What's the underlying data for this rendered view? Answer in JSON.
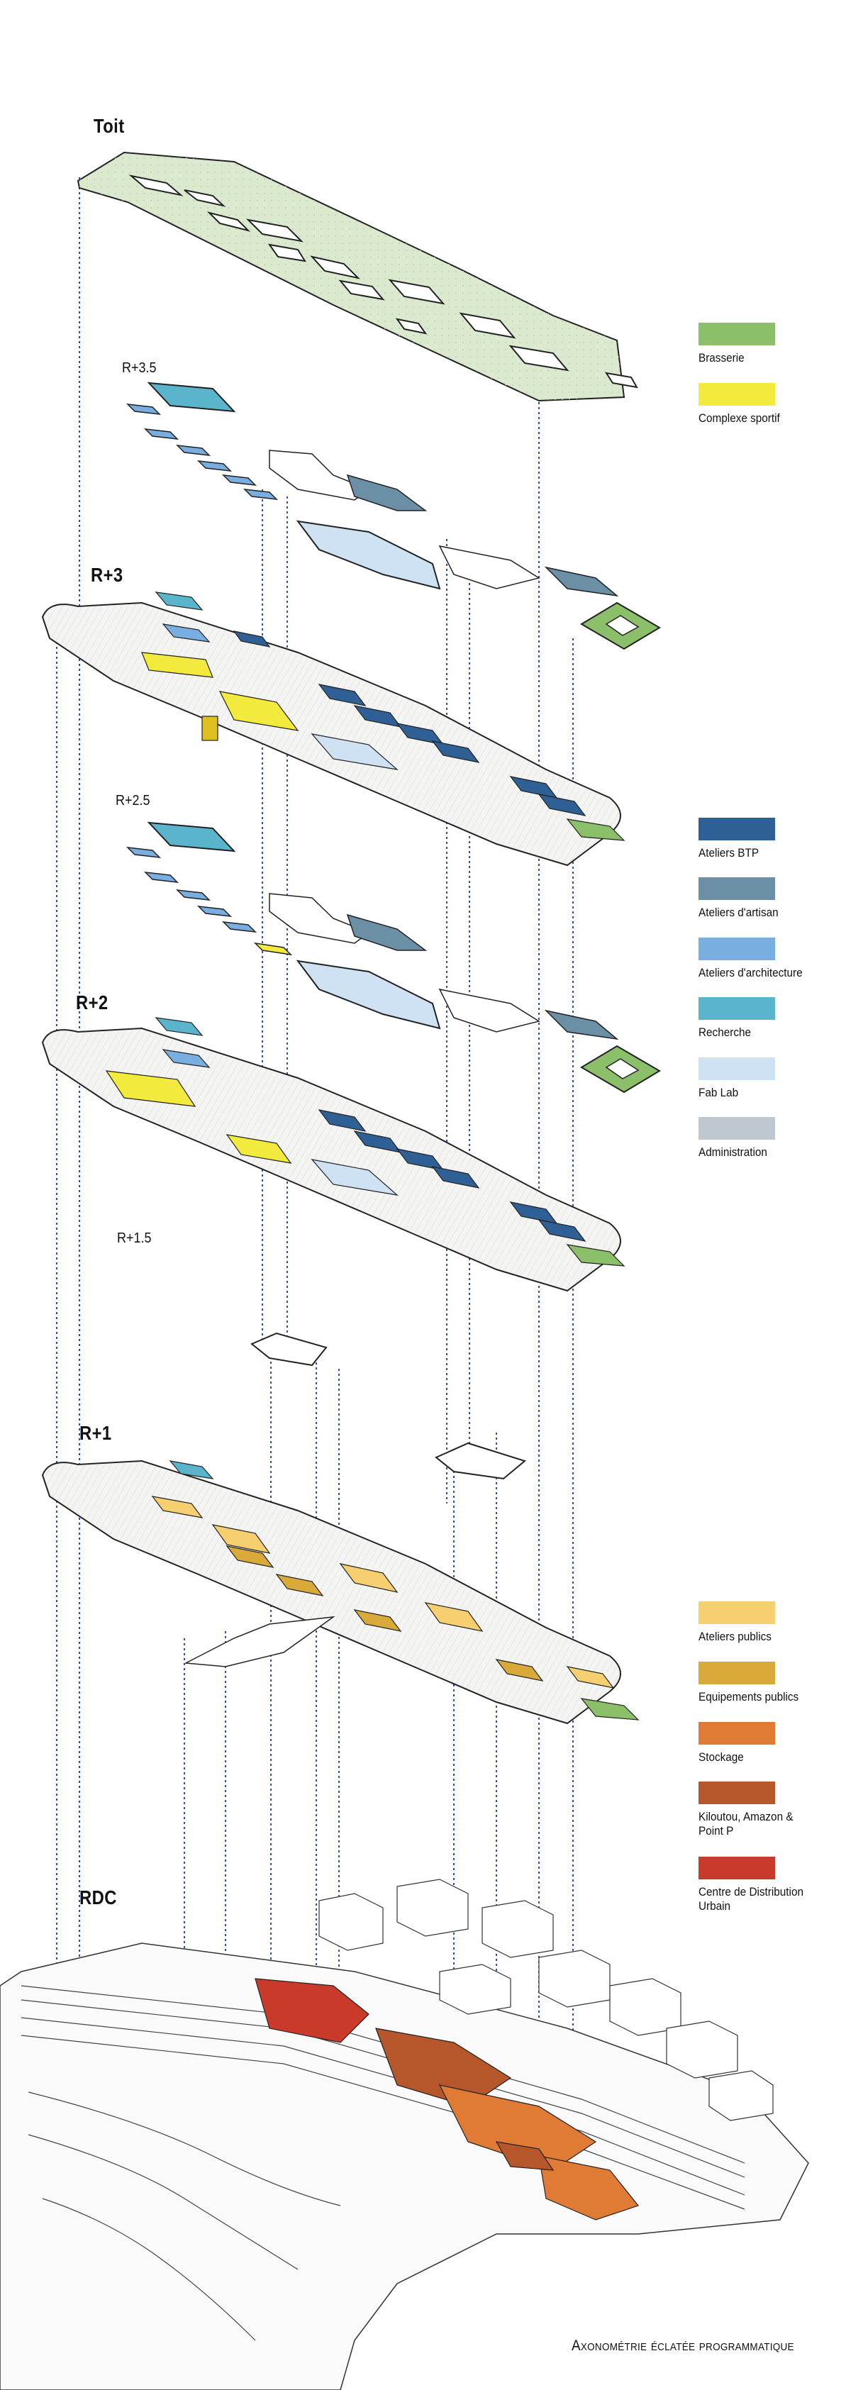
{
  "levels": {
    "toit": "Toit",
    "r35": "R+3.5",
    "r3": "R+3",
    "r25": "R+2.5",
    "r2": "R+2",
    "r15": "R+1.5",
    "r1": "R+1",
    "rdc": "RDC"
  },
  "legend_groups": [
    {
      "items": [
        {
          "label": "Brasserie",
          "color": "#8cbf6a"
        },
        {
          "label": "Complexe sportif",
          "color": "#f2ea3c"
        }
      ]
    },
    {
      "items": [
        {
          "label": "Ateliers BTP",
          "color": "#2e5f95"
        },
        {
          "label": "Ateliers d'artisan",
          "color": "#6b90a6"
        },
        {
          "label": "Ateliers d'architecture",
          "color": "#79aee0"
        },
        {
          "label": "Recherche",
          "color": "#5ab5cc"
        },
        {
          "label": "Fab Lab",
          "color": "#cfe2f3"
        },
        {
          "label": "Administration",
          "color": "#bfc8cf"
        }
      ]
    },
    {
      "items": [
        {
          "label": "Ateliers publics",
          "color": "#f6d070"
        },
        {
          "label": "Equipements publics",
          "color": "#d9a93a"
        },
        {
          "label": "Stockage",
          "color": "#e07b35"
        },
        {
          "label": "Kiloutou, Amazon &\nPoint P",
          "color": "#b5572b"
        },
        {
          "label": "Centre de Distribution\nUrbain",
          "color": "#c93a2a"
        }
      ]
    }
  ],
  "caption": "Axonométrie éclatée programmatique"
}
